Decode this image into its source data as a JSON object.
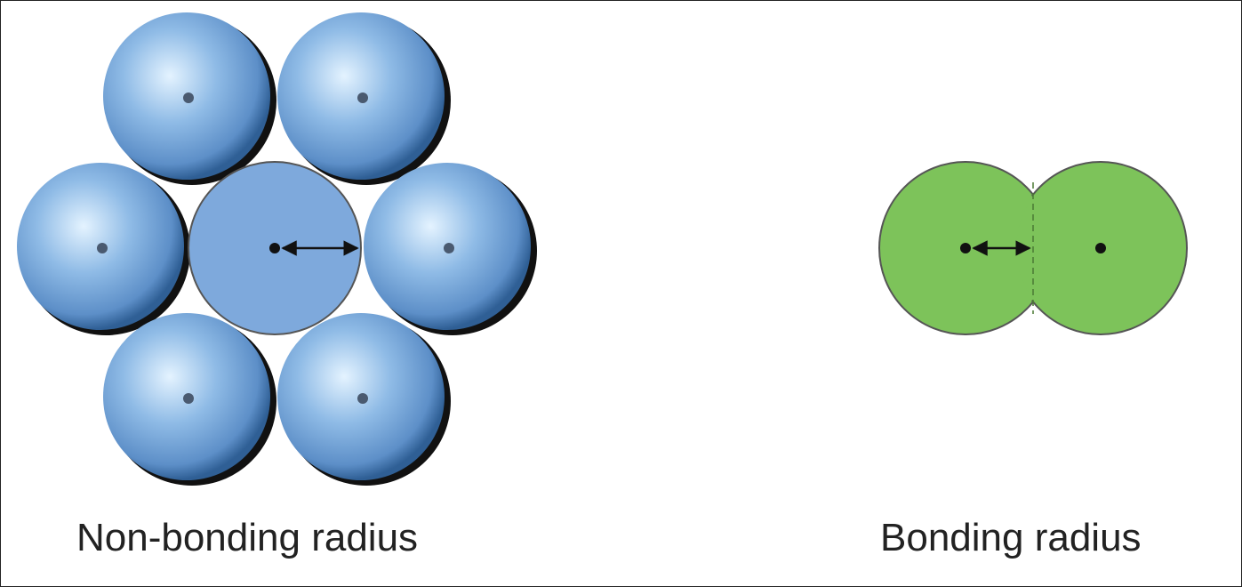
{
  "labels": {
    "non_bonding": "Non-bonding radius",
    "bonding": "Bonding radius"
  },
  "colors": {
    "blue_sphere": "#6fa0d6",
    "blue_sphere_highlight": "#e4f3ff",
    "blue_sphere_dark": "#2f5f95",
    "blue_center_disk": "#7ea9dc",
    "green_atom": "#7dc35a",
    "outline": "#555555",
    "arrow": "#111111",
    "nucleus": "#111111",
    "nucleus_shaded": "#4a5a70"
  },
  "diagram": {
    "left_cluster": {
      "spheres": 6,
      "center_disk": 1
    },
    "right_molecule": {
      "atoms": 2,
      "bond_boundary": "dashed"
    }
  }
}
